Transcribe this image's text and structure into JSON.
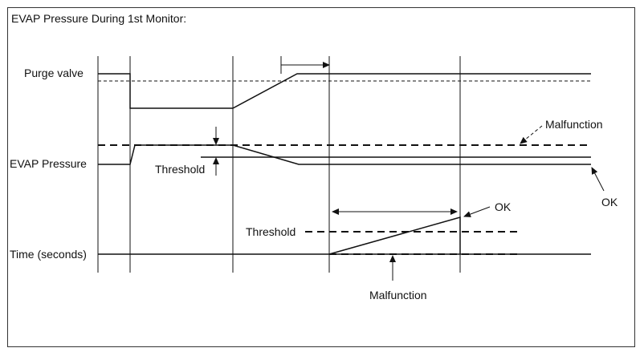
{
  "title": "EVAP Pressure During 1st Monitor:",
  "rows": {
    "purge_valve": "Purge valve",
    "evap_pressure": "EVAP Pressure",
    "time_seconds": "Time (seconds)"
  },
  "annotations": {
    "malfunction_upper": "Malfunction",
    "ok_upper": "OK",
    "threshold_pressure": "Threshold",
    "ok_timer": "OK",
    "threshold_timer": "Threshold",
    "malfunction_lower": "Malfunction"
  },
  "colors": {
    "line": "#111111",
    "frame": "#333333",
    "background": "#ffffff"
  }
}
